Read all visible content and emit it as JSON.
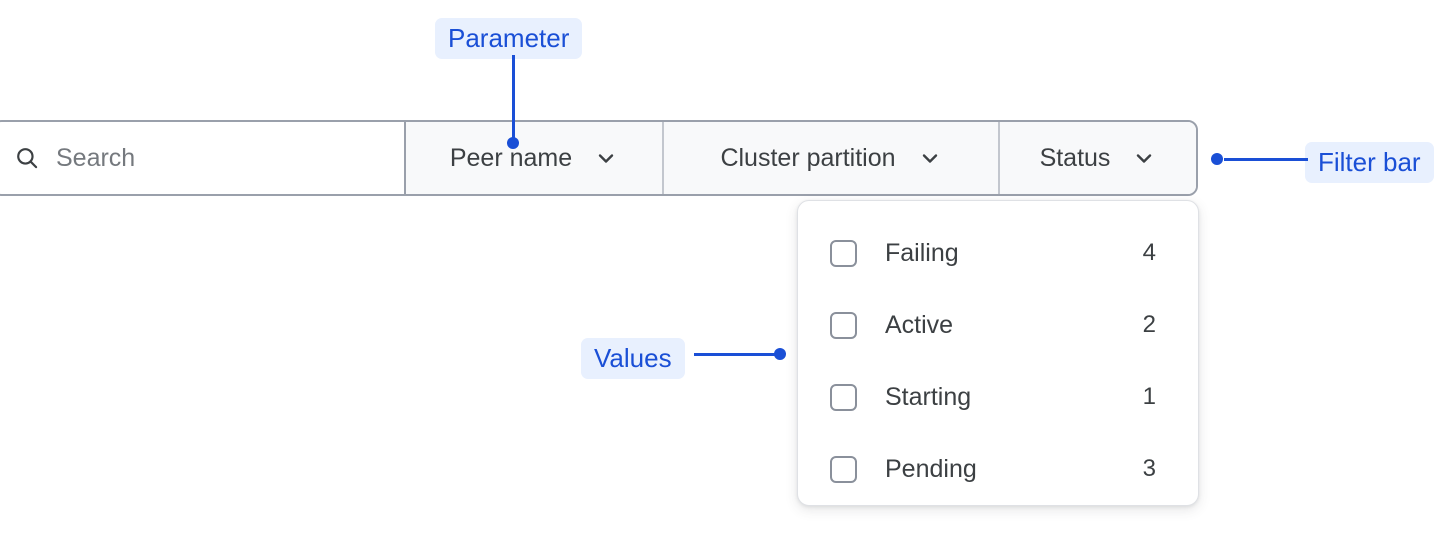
{
  "filter_bar": {
    "search": {
      "icon": "search-icon",
      "placeholder": "Search",
      "value": ""
    },
    "segments": [
      {
        "label": "Peer name",
        "icon": "chevron-down-icon",
        "expanded": false
      },
      {
        "label": "Cluster partition",
        "icon": "chevron-down-icon",
        "expanded": false
      },
      {
        "label": "Status",
        "icon": "chevron-down-icon",
        "expanded": true
      }
    ]
  },
  "values_panel": {
    "open_for": "Status",
    "options": [
      {
        "label": "Failing",
        "count": "4",
        "checked": false
      },
      {
        "label": "Active",
        "count": "2",
        "checked": false
      },
      {
        "label": "Starting",
        "count": "1",
        "checked": false
      },
      {
        "label": "Pending",
        "count": "3",
        "checked": false
      }
    ]
  },
  "annotations": [
    {
      "id": "parameter",
      "label": "Parameter"
    },
    {
      "id": "values",
      "label": "Values"
    },
    {
      "id": "filter-bar",
      "label": "Filter bar"
    }
  ],
  "colors": {
    "annotation_text": "#1a4fd6",
    "annotation_bg": "#e8f0fe",
    "border": "#9aa0ab",
    "segment_bg": "#f8f9fa",
    "text": "#3c4043",
    "placeholder": "#75797e"
  }
}
